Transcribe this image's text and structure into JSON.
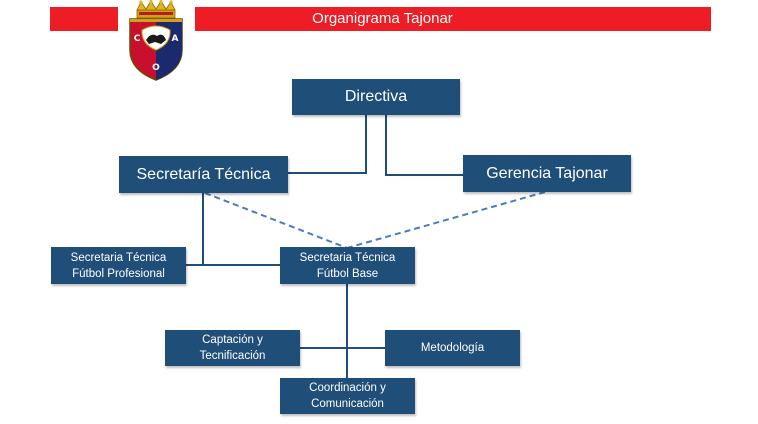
{
  "header": {
    "title": "Organigrama Tajonar",
    "crest_letters": [
      "C",
      "A",
      "O"
    ]
  },
  "colors": {
    "band": "#ee1c25",
    "box": "#1f4e79",
    "box_text": "#ffffff",
    "solid_connector": "#1f4e79",
    "dashed_connector": "#4a7bc1"
  },
  "nodes": {
    "directiva": "Directiva",
    "secretaria_tecnica": "Secretaría Técnica",
    "gerencia_tajonar": "Gerencia Tajonar",
    "st_profesional": [
      "Secretaria Técnica",
      "Fútbol Profesional"
    ],
    "st_base": [
      "Secretaria Técnica",
      "Fútbol Base"
    ],
    "captacion": [
      "Captación y",
      "Tecnificación"
    ],
    "metodologia": "Metodología",
    "coordinacion": [
      "Coordinación y",
      "Comunicación"
    ]
  },
  "edges": [
    {
      "from": "directiva",
      "to": "secretaria_tecnica",
      "style": "solid"
    },
    {
      "from": "directiva",
      "to": "gerencia_tajonar",
      "style": "solid"
    },
    {
      "from": "secretaria_tecnica",
      "to": "st_profesional",
      "style": "solid"
    },
    {
      "from": "st_profesional",
      "to": "st_base",
      "style": "solid"
    },
    {
      "from": "secretaria_tecnica",
      "to": "st_base",
      "style": "dashed"
    },
    {
      "from": "gerencia_tajonar",
      "to": "st_base",
      "style": "dashed"
    },
    {
      "from": "st_base",
      "to": "captacion",
      "style": "solid"
    },
    {
      "from": "st_base",
      "to": "metodologia",
      "style": "solid"
    },
    {
      "from": "st_base",
      "to": "coordinacion",
      "style": "solid"
    }
  ]
}
